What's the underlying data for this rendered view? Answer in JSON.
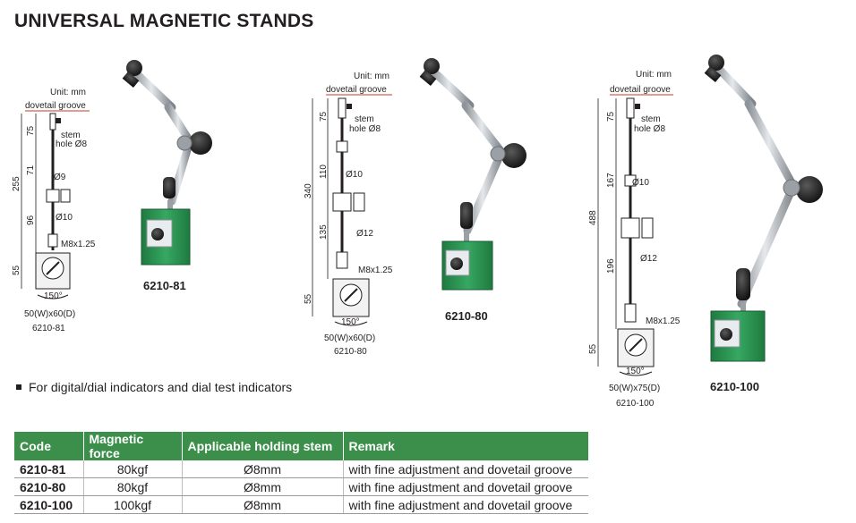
{
  "page_title": "UNIVERSAL MAGNETIC STANDS",
  "note": "For digital/dial indicators and dial test indicators",
  "diagram_labels": {
    "unit": "Unit: mm",
    "dovetail": "dovetail groove",
    "stem": "stem",
    "hole": "hole Ø8",
    "thread": "M8x1.25",
    "angle": "150°"
  },
  "stands": [
    {
      "model": "6210-81",
      "base_size": "50(W)x60(D)",
      "dims": {
        "top": "75",
        "mid1": "71",
        "mid2": "96",
        "total": "255",
        "base": "55",
        "dia1": "Ø9",
        "dia2": "Ø10"
      }
    },
    {
      "model": "6210-80",
      "base_size": "50(W)x60(D)",
      "dims": {
        "top": "75",
        "mid1": "110",
        "mid2": "135",
        "total": "340",
        "base": "55",
        "dia1": "Ø10",
        "dia2": "Ø12"
      }
    },
    {
      "model": "6210-100",
      "base_size": "50(W)x75(D)",
      "dims": {
        "top": "75",
        "mid1": "167",
        "mid2": "196",
        "total": "488",
        "base": "55",
        "dia1": "Ø10",
        "dia2": "Ø12"
      }
    }
  ],
  "table": {
    "headers": [
      "Code",
      "Magnetic force",
      "Applicable holding stem",
      "Remark"
    ],
    "rows": [
      [
        "6210-81",
        "80kgf",
        "Ø8mm",
        "with fine adjustment and dovetail groove"
      ],
      [
        "6210-80",
        "80kgf",
        "Ø8mm",
        "with fine adjustment and dovetail groove"
      ],
      [
        "6210-100",
        "100kgf",
        "Ø8mm",
        "with fine adjustment and dovetail groove"
      ]
    ]
  },
  "colors": {
    "base_green": "#2f9a58",
    "table_header_green": "#3b8f4a",
    "arm_steel": "#b9bec3",
    "knob_black": "#1d1d1d"
  }
}
